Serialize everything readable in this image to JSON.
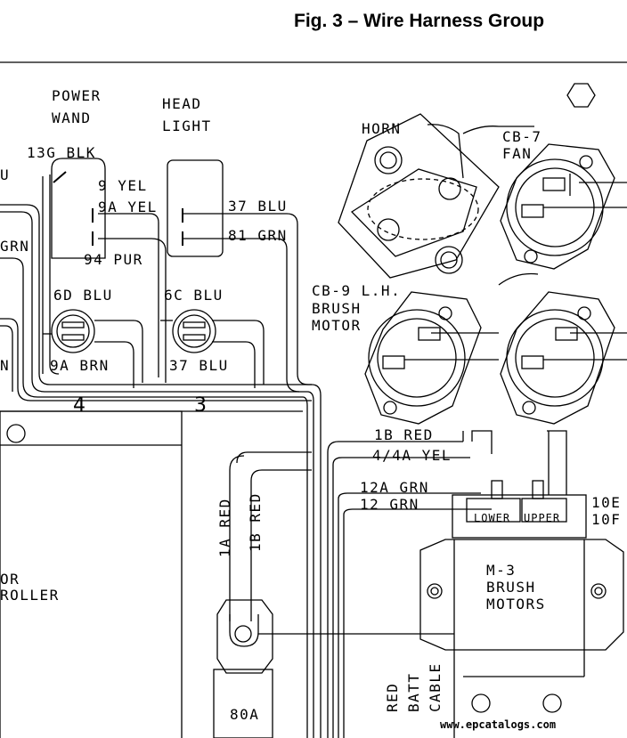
{
  "title": "Fig. 3 – Wire Harness Group",
  "components": {
    "power_wand": [
      "POWER",
      "WAND"
    ],
    "head_light": [
      "HEAD",
      "LIGHT"
    ],
    "horn": "HORN",
    "cb7": [
      "CB-7",
      "FAN"
    ],
    "cb9": [
      "CB-9 L.H.",
      "BRUSH",
      "MOTOR"
    ],
    "m3": [
      "M-3",
      "BRUSH",
      "MOTORS"
    ],
    "m3_switch": {
      "lower": "LOWER",
      "upper": "UPPER"
    },
    "controller": [
      "OR",
      "ROLLER"
    ],
    "fuse": "80A",
    "batt_cable": [
      "RED",
      "BATT",
      "CABLE"
    ]
  },
  "wires": {
    "w13g": "13G BLK",
    "w9": "9 YEL",
    "w9a": "9A YEL",
    "w94": "94 PUR",
    "w37": "37 BLU",
    "w81": "81 GRN",
    "w6d": "6D BLU",
    "w6c": "6C BLU",
    "w9abrn": "9A BRN",
    "w37b": "37 BLU",
    "w1b": "1B RED",
    "w4": "4/4A YEL",
    "w12a": "12A GRN",
    "w12": "12 GRN",
    "w10e": "10E",
    "w10f": "10F",
    "w1a": "1A RED",
    "w1bv": "1B RED",
    "edge_u": "U",
    "edge_grn": "GRN",
    "edge_n": "N"
  },
  "connectors": {
    "c4": "4",
    "c3": "3"
  },
  "watermark": "www.epcatalogs.com"
}
